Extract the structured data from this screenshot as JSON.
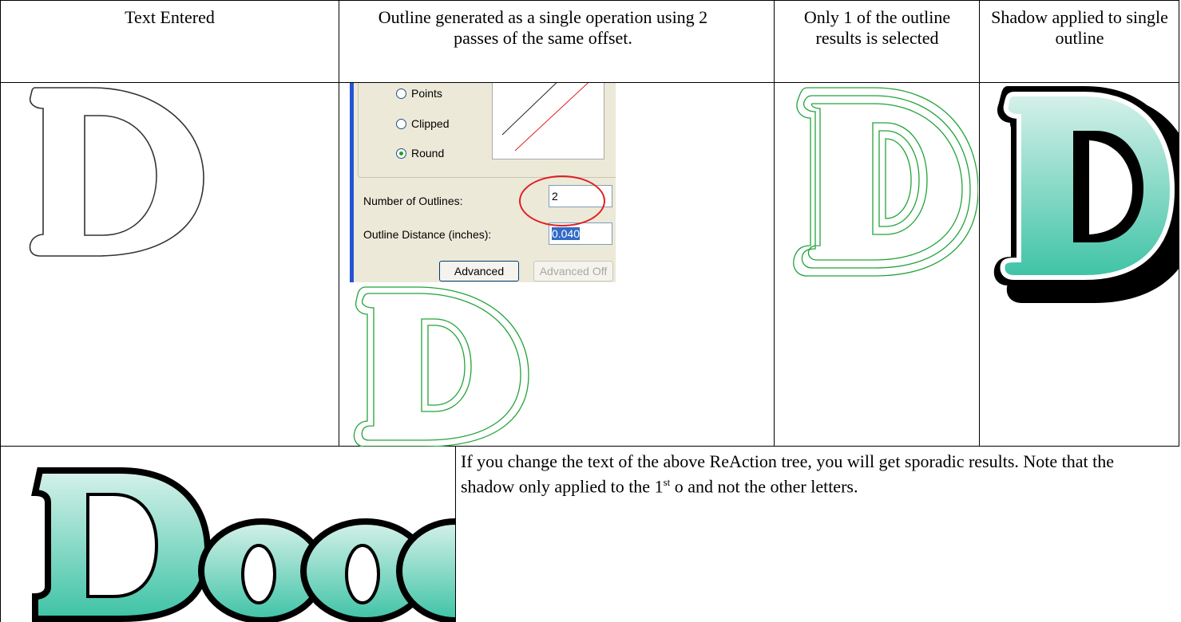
{
  "headers": {
    "col1": "Text Entered",
    "col2": "Outline generated as a single operation using 2 passes of the same offset.",
    "col3": "Only 1 of the outline results is selected",
    "col4": "Shadow applied to single outline"
  },
  "dialog": {
    "radio_points": "Points",
    "radio_clipped": "Clipped",
    "radio_round": "Round",
    "selected_radio": "Round",
    "outlines_label": "Number of Outlines:",
    "outlines_value": "2",
    "distance_label": "Outline Distance (inches):",
    "distance_value": "0.040",
    "advanced_button": "Advanced",
    "advanced_off_button": "Advanced Off"
  },
  "note": {
    "text_part1": "If you change the text of the above ReAction tree, you will get sporadic results.  Note that the shadow only applied to the 1",
    "superscript": "st",
    "text_part2": " o and not the other letters."
  },
  "colors": {
    "outline_green": "#22a33a",
    "teal_gradient_top": "#d6f1ea",
    "teal_gradient_bottom": "#3ec3a6",
    "highlight_circle": "#e02020"
  }
}
